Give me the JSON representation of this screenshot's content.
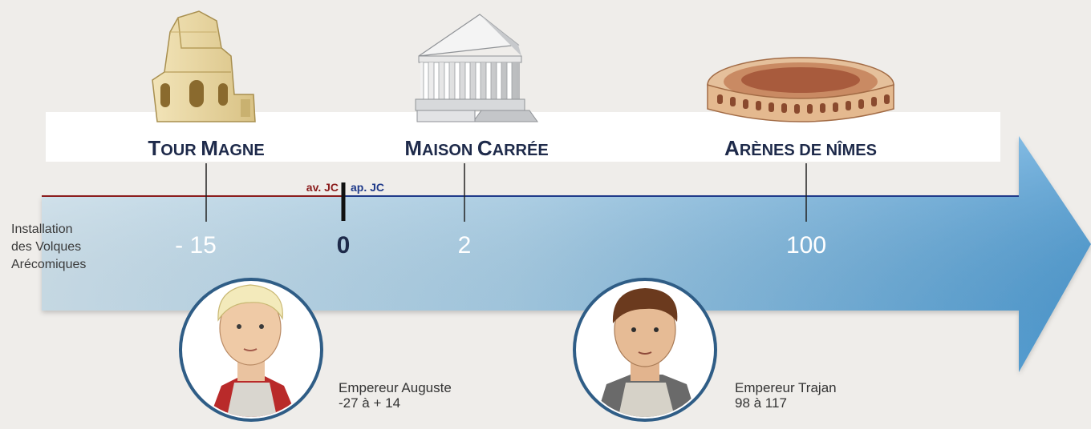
{
  "era_labels": {
    "before": "av. JC",
    "after": "ap. JC"
  },
  "start_note": [
    "Installation",
    "des Volques",
    "Arécomiques"
  ],
  "monuments": [
    {
      "name_first": "T",
      "name_rest": "OUR ",
      "name_first2": "M",
      "name_rest2": "AGNE",
      "year": "- 15",
      "icon": "tour-magne-icon"
    },
    {
      "name_first": "M",
      "name_rest": "AISON ",
      "name_first2": "C",
      "name_rest2": "ARRÉE",
      "year": "2",
      "icon": "maison-carree-icon"
    },
    {
      "name_first": "A",
      "name_rest": "RÈNES DE NÎMES",
      "name_first2": "",
      "name_rest2": "",
      "year": "100",
      "icon": "arenes-de-nimes-icon"
    }
  ],
  "zero_year": "0",
  "emperors": [
    {
      "title": "Empereur Auguste",
      "reign": "-27  à + 14",
      "icon": "augustus-portrait-icon"
    },
    {
      "title": "Empereur Trajan",
      "reign": "98  à  117",
      "icon": "trajan-portrait-icon"
    }
  ],
  "colors": {
    "arrow_light": "#cfe6f3",
    "arrow_dark": "#4f9fd8",
    "line_before": "#8b1d1d",
    "line_after": "#1f3a8a",
    "year_text": "#ffffff",
    "label_text": "#1e2a4a",
    "portrait_ring": "#2f5d86"
  }
}
